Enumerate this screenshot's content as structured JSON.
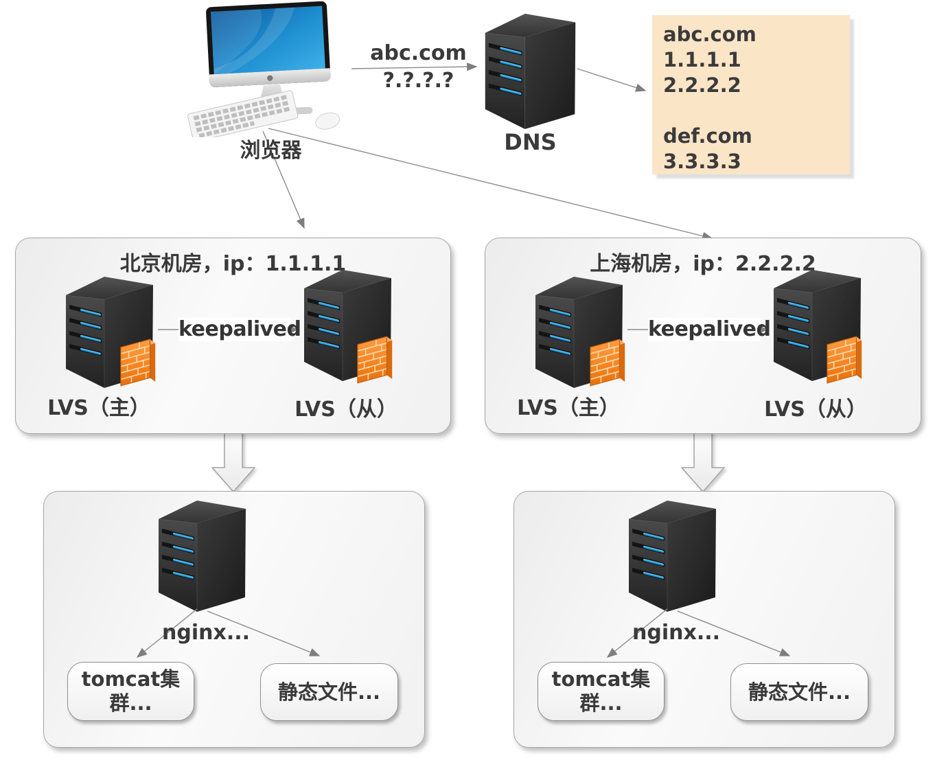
{
  "colors": {
    "background": "#FFFFFF",
    "note_bg": "#FBE5C7",
    "firewall_orange": "#F5831F",
    "led_blue": "#2EA9E8",
    "screen_blue": "#1E8FD0",
    "connector_gray": "#8C8C8C",
    "text": "#3A3A3A"
  },
  "browser": {
    "label": "浏览器",
    "icon": "imac-computer-icon"
  },
  "query": {
    "domain": "abc.com",
    "question": "?.?.?.?"
  },
  "dns": {
    "label": "DNS",
    "icon": "server-tower-icon"
  },
  "note": {
    "lines": [
      "abc.com",
      "1.1.1.1",
      "2.2.2.2",
      "",
      "def.com",
      "3.3.3.3"
    ]
  },
  "rooms": [
    {
      "title": "北京机房，ip：1.1.1.1",
      "master_label": "LVS（主）",
      "slave_label": "LVS（从）",
      "link_label": "keepalived"
    },
    {
      "title": "上海机房，ip：2.2.2.2",
      "master_label": "LVS（主）",
      "slave_label": "LVS（从）",
      "link_label": "keepalived"
    }
  ],
  "clusters": [
    {
      "nginx_label": "nginx...",
      "tomcat_label": "tomcat集群...",
      "static_label": "静态文件..."
    },
    {
      "nginx_label": "nginx...",
      "tomcat_label": "tomcat集群...",
      "static_label": "静态文件..."
    }
  ]
}
